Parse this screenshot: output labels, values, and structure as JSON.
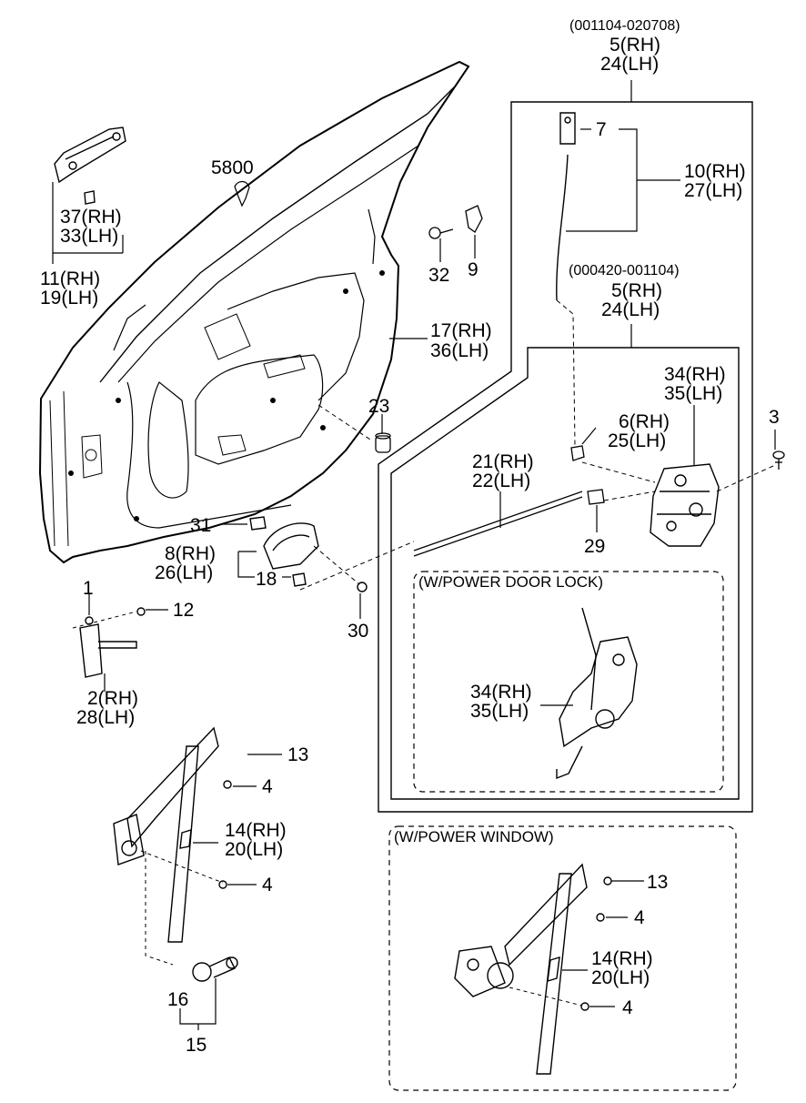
{
  "labels": {
    "l5800": "5800",
    "l37": "37(RH)",
    "l33": "33(LH)",
    "l11": "11(RH)",
    "l19": "19(LH)",
    "l32": "32",
    "l9": "9",
    "l17": "17(RH)",
    "l36": "36(LH)",
    "l23": "23",
    "l31": "31",
    "l8": "8(RH)",
    "l26": "26(LH)",
    "l18": "18",
    "l30": "30",
    "l1": "1",
    "l12": "12",
    "l2": "2(RH)",
    "l28": "28(LH)",
    "l13a": "13",
    "l4a": "4",
    "l14a": "14(RH)",
    "l20a": "20(LH)",
    "l4b": "4",
    "l16": "16",
    "l15": "15",
    "l7": "7",
    "l10": "10(RH)",
    "l27": "27(LH)",
    "l3": "3",
    "l6": "6(RH)",
    "l25": "25(LH)",
    "l34a": "34(RH)",
    "l35a": "35(LH)",
    "l21": "21(RH)",
    "l22": "22(LH)",
    "l29": "29",
    "l34b": "34(RH)",
    "l35b": "35(LH)",
    "l13b": "13",
    "l4c": "4",
    "l14b": "14(RH)",
    "l20b": "20(LH)",
    "l4d": "4"
  },
  "variant_top": {
    "date": "(001104-020708)",
    "rh": "5(RH)",
    "lh": "24(LH)"
  },
  "variant_mid": {
    "date": "(000420-001104)",
    "rh": "5(RH)",
    "lh": "24(LH)"
  },
  "boxes": {
    "power_lock": "(W/POWER DOOR LOCK)",
    "power_window": "(W/POWER WINDOW)"
  }
}
